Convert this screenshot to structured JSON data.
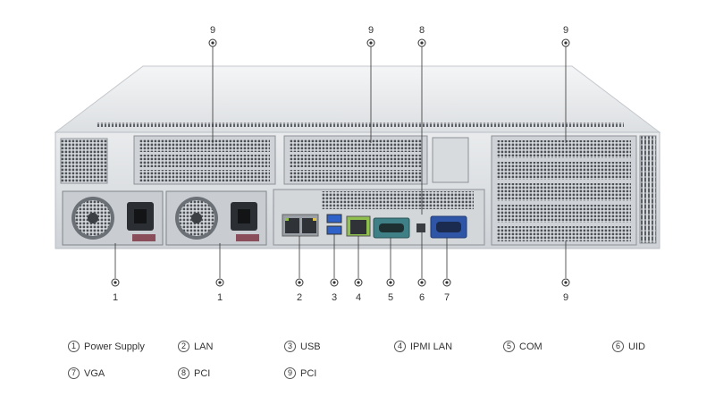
{
  "callouts": {
    "top": [
      "9",
      "9",
      "8",
      "9"
    ],
    "bottom": [
      "1",
      "1",
      "2",
      "3",
      "4",
      "5",
      "6",
      "7",
      "9"
    ]
  },
  "legend": [
    {
      "num": "1",
      "label": "Power Supply"
    },
    {
      "num": "2",
      "label": "LAN"
    },
    {
      "num": "3",
      "label": "USB"
    },
    {
      "num": "4",
      "label": "IPMI LAN"
    },
    {
      "num": "5",
      "label": "COM"
    },
    {
      "num": "6",
      "label": "UID"
    },
    {
      "num": "7",
      "label": "VGA"
    },
    {
      "num": "8",
      "label": "PCI"
    },
    {
      "num": "9",
      "label": "PCI"
    }
  ],
  "colors": {
    "chassis": "#e8eaec",
    "chassis_dark": "#9aa0a6",
    "grille": "#555a60",
    "vga_blue": "#2f56a6",
    "com_teal": "#3f7f86",
    "usb_blue": "#2f62c8",
    "lan_green": "#8fbf4f",
    "lan_yellow": "#e0c24a"
  }
}
